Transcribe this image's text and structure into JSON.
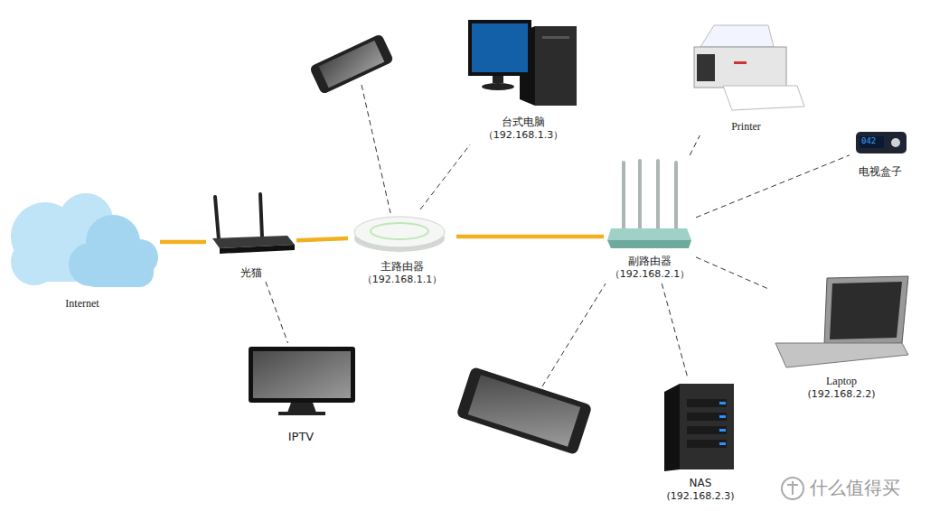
{
  "diagram": {
    "nodes": [
      {
        "text": [
          "台式电脑",
          "（192.168.1.3）"
        ]
      },
      {
        "text": [
          "Printer"
        ]
      },
      {
        "text": [
          "电视盒子"
        ]
      },
      {
        "text": [
          "Internet"
        ]
      },
      {
        "text": [
          "光猫"
        ]
      },
      {
        "text": [
          "主路由器",
          "（192.168.1.1）"
        ]
      },
      {
        "text": [
          "副路由器",
          "（192.168.2.1）"
        ]
      },
      {
        "text": [
          "Laptop",
          "(192.168.2.2)"
        ]
      },
      {
        "text": [
          "IPTV"
        ]
      },
      {
        "text": [
          "NAS",
          "(192.168.2.3)"
        ]
      }
    ],
    "edges": [
      {
        "from": 3,
        "to": 4,
        "arrow": "none"
      },
      {
        "from": 4,
        "to": 5,
        "arrow": "none"
      },
      {
        "from": 5,
        "to": 6,
        "arrow": "none"
      },
      {
        "from": 4,
        "to": 8,
        "arrow": "none"
      },
      {
        "from": 5,
        "to": 0,
        "arrow": "none"
      },
      {
        "from": 6,
        "to": 1,
        "arrow": "none"
      },
      {
        "from": 6,
        "to": 2,
        "arrow": "none"
      },
      {
        "from": 6,
        "to": 7,
        "arrow": "none"
      },
      {
        "from": 6,
        "to": 9,
        "arrow": "none"
      }
    ],
    "labels": [
      "042",
      "什么值得买"
    ]
  }
}
